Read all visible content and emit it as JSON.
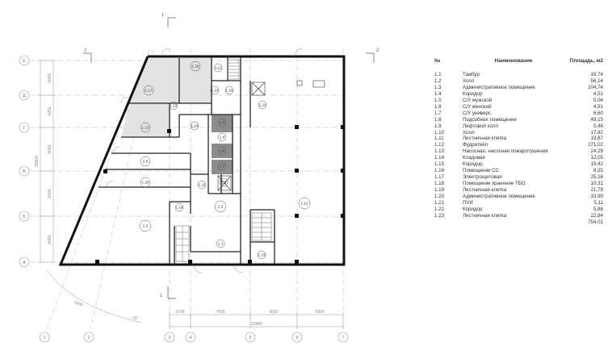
{
  "plan": {
    "axes_letters": [
      "Е",
      "Д",
      "Г",
      "В",
      "Б",
      "А"
    ],
    "axes_numbers": [
      "1",
      "2",
      "3",
      "4",
      "5",
      "6",
      "7"
    ],
    "dims_left": [
      "5050",
      "4250",
      "6050",
      "5400",
      "6050"
    ],
    "dim_left_total": "26800",
    "dims_bottom": [
      "2700",
      "7800",
      "6050",
      "5900"
    ],
    "dim_bottom_total": "22450",
    "dim_angled": "5600",
    "angle_label": "21°",
    "section_marks": [
      "1",
      "1",
      "2",
      "2"
    ],
    "room_tags": [
      "1.1",
      "1.2",
      "1.3",
      "1.4",
      "1.5",
      "1.6",
      "1.7",
      "1.8",
      "1.9",
      "1.10",
      "1.11",
      "1.12",
      "1.13",
      "1.14",
      "1.15",
      "1.16",
      "1.17",
      "1.18",
      "1.19",
      "1.20",
      "1.21",
      "1.22",
      "1.23"
    ]
  },
  "table": {
    "col_num": "№",
    "col_name": "Наименование",
    "col_area": "Площадь, м2",
    "rows": [
      {
        "num": "1.1",
        "name": "Тамбур",
        "area": "19,74"
      },
      {
        "num": "1.2",
        "name": "Холл",
        "area": "56,14"
      },
      {
        "num": "1.3",
        "name": "Административное помещение",
        "area": "104,74"
      },
      {
        "num": "1.4",
        "name": "Коридор",
        "area": "4,51"
      },
      {
        "num": "1.5",
        "name": "С/У мужской",
        "area": "5,04"
      },
      {
        "num": "1.6",
        "name": "С/У женский",
        "area": "4,91"
      },
      {
        "num": "1.7",
        "name": "С/У универс.",
        "area": "6,60"
      },
      {
        "num": "1.8",
        "name": "Подсобное помещение",
        "area": "49,15"
      },
      {
        "num": "1.9",
        "name": "Лифтовой холл",
        "area": "5,46"
      },
      {
        "num": "1.10",
        "name": "Холл",
        "area": "17,82"
      },
      {
        "num": "1.11",
        "name": "Лестничная клетка",
        "area": "19,87"
      },
      {
        "num": "1.12",
        "name": "Фудритейл",
        "area": "271,02"
      },
      {
        "num": "1.13",
        "name": "Насосная, насосная пожаротушения",
        "area": "24,29"
      },
      {
        "num": "1.14",
        "name": "Кладовая",
        "area": "12,05"
      },
      {
        "num": "1.15",
        "name": "Коридор.",
        "area": "19,42"
      },
      {
        "num": "1.16",
        "name": "Помещение СС",
        "area": "8,25"
      },
      {
        "num": "1.17",
        "name": "Электрощитовая",
        "area": "25,16"
      },
      {
        "num": "1.18",
        "name": "Помещение хранение ТБО",
        "area": "10,31"
      },
      {
        "num": "1.19",
        "name": "Лестничная клетка",
        "area": "21,79"
      },
      {
        "num": "1.20",
        "name": "Административное помещение",
        "area": "33,90"
      },
      {
        "num": "1.21",
        "name": "ПУИ",
        "area": "5,11"
      },
      {
        "num": "1.22",
        "name": "Коридор",
        "area": "5,88"
      },
      {
        "num": "1.23",
        "name": "Лестничная клетка",
        "area": "22,84"
      }
    ],
    "total": "754,01"
  },
  "colors": {
    "wall": "#111111",
    "grid": "#aaaaaa",
    "shaded_room": "#e3e3e3",
    "wc": "#8c8c8c"
  }
}
